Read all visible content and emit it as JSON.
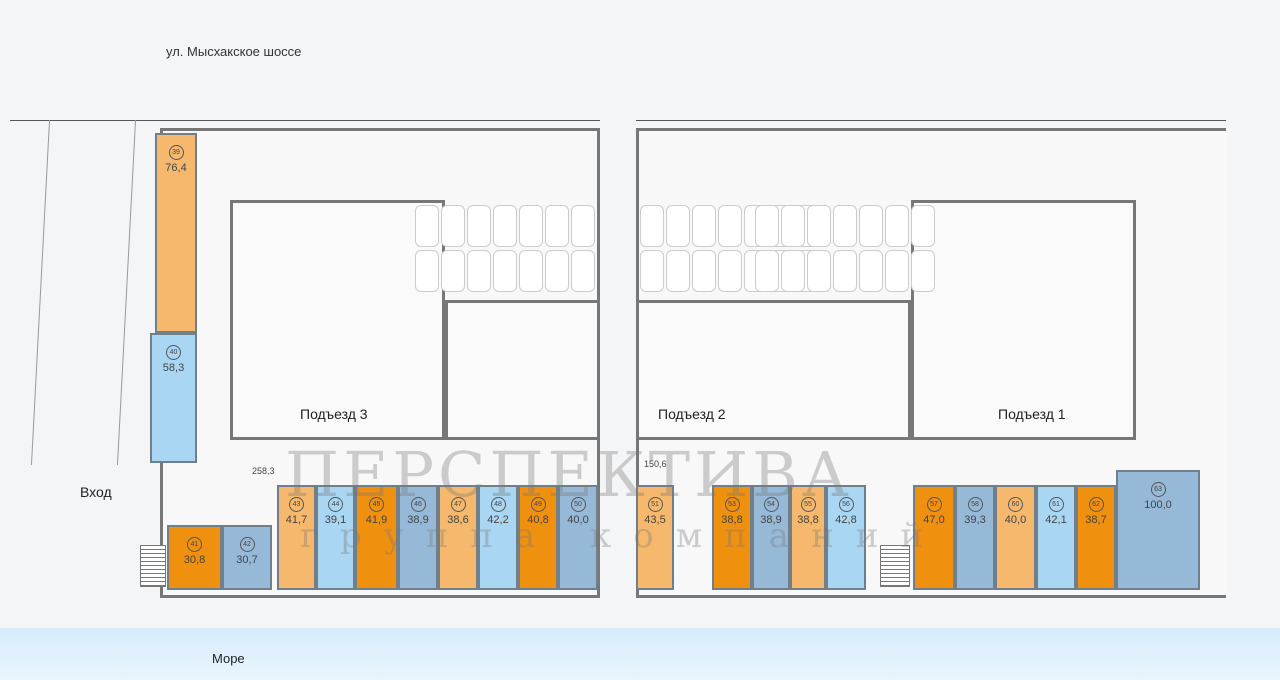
{
  "street": "ул. Мысхакское шоссе",
  "sea": "Море",
  "entrance": "Вход",
  "entrances": [
    "Подъезд 3",
    "Подъезд 2",
    "Подъезд 1"
  ],
  "hall_areas": [
    "258,3",
    "150,6"
  ],
  "watermark": {
    "title": "ПЕРСПЕКТИВА",
    "subtitle": "группа компаний"
  },
  "units": [
    {
      "num": "39",
      "area": "76,4",
      "color": "light-orange"
    },
    {
      "num": "40",
      "area": "58,3",
      "color": "light-blue"
    },
    {
      "num": "41",
      "area": "30,8",
      "color": "orange"
    },
    {
      "num": "42",
      "area": "30,7",
      "color": "blue"
    },
    {
      "num": "43",
      "area": "41,7",
      "color": "light-orange"
    },
    {
      "num": "44",
      "area": "39,1",
      "color": "light-blue"
    },
    {
      "num": "45",
      "area": "41,9",
      "color": "orange"
    },
    {
      "num": "46",
      "area": "38,9",
      "color": "blue"
    },
    {
      "num": "47",
      "area": "38,6",
      "color": "light-orange"
    },
    {
      "num": "48",
      "area": "42,2",
      "color": "light-blue"
    },
    {
      "num": "49",
      "area": "40,8",
      "color": "orange"
    },
    {
      "num": "50",
      "area": "40,0",
      "color": "blue"
    },
    {
      "num": "51",
      "area": "43,5",
      "color": "light-orange"
    },
    {
      "num": "53",
      "area": "38,8",
      "color": "orange"
    },
    {
      "num": "54",
      "area": "38,9",
      "color": "blue"
    },
    {
      "num": "55",
      "area": "38,8",
      "color": "light-orange"
    },
    {
      "num": "56",
      "area": "42,8",
      "color": "light-blue"
    },
    {
      "num": "57",
      "area": "47,0",
      "color": "orange"
    },
    {
      "num": "58",
      "area": "39,3",
      "color": "blue"
    },
    {
      "num": "60",
      "area": "40,0",
      "color": "light-orange"
    },
    {
      "num": "61",
      "area": "42,1",
      "color": "light-blue"
    },
    {
      "num": "62",
      "area": "38,7",
      "color": "orange"
    },
    {
      "num": "63",
      "area": "100,0",
      "color": "blue"
    }
  ],
  "colors": {
    "orange": "#f0900f",
    "light-orange": "#f6b86c",
    "light-blue": "#a9d6f2",
    "blue": "#97b9d8"
  }
}
